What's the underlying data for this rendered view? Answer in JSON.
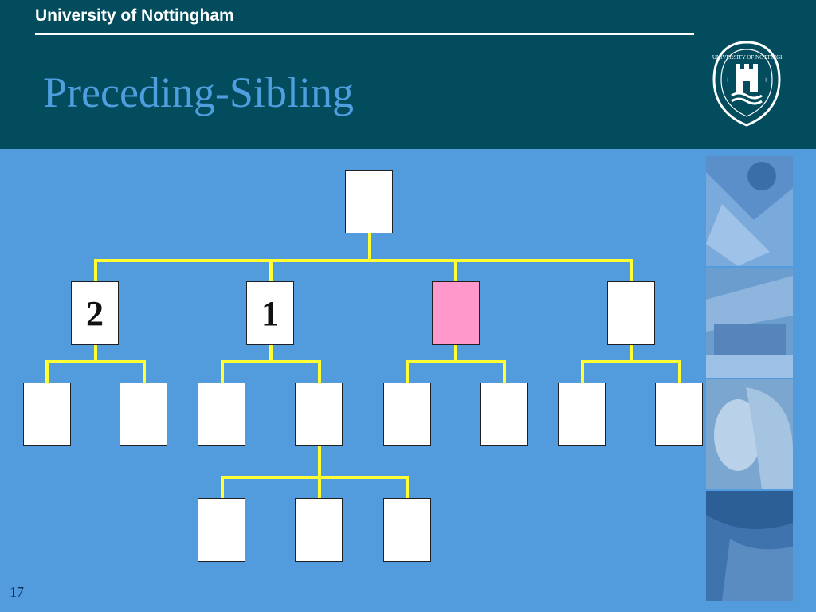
{
  "header": {
    "university": "University of Nottingham",
    "title": "Preceding-Sibling",
    "seal_text": "THE UNIVERSITY OF NOTTINGHAM"
  },
  "diagram": {
    "connector_color": "#ffff33",
    "highlight_color": "#ff99cc",
    "nodes": {
      "root": "",
      "sibling_a": "2",
      "sibling_b": "1",
      "context": "",
      "sibling_d": ""
    }
  },
  "footer": {
    "page_number": "17"
  },
  "colors": {
    "header_bg": "#024c5e",
    "body_bg": "#529cdd",
    "title_color": "#4f9ede"
  }
}
